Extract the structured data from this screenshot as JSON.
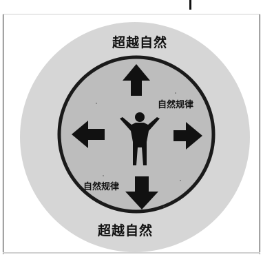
{
  "labels": {
    "outer_top": "超越自然",
    "outer_bottom": "超越自然",
    "inner_right": "自然规律",
    "inner_left": "自然规律"
  },
  "colors": {
    "outer_circle": "#d6d6d6",
    "inner_circle": "#bdbdbd",
    "ring": "#1a1a1a",
    "arrows": "#111111",
    "figure": "#111111"
  }
}
